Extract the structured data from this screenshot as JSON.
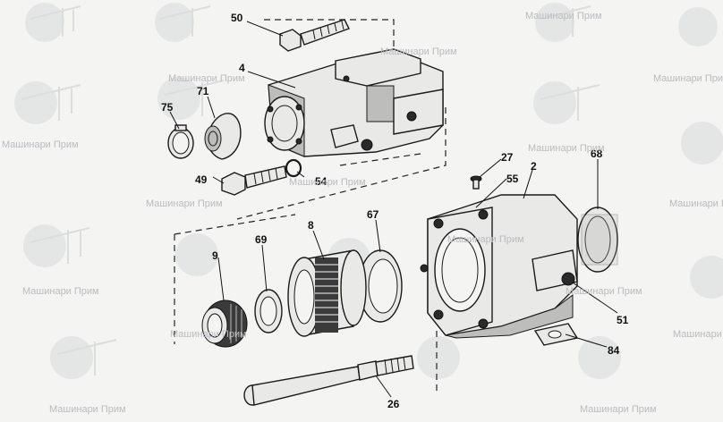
{
  "watermark": {
    "text": "Машинари Прим",
    "color": "#b9bcbf"
  },
  "callouts": {
    "p50": "50",
    "p4": "4",
    "p71": "71",
    "p75": "75",
    "p49": "49",
    "p54": "54",
    "p27": "27",
    "p55": "55",
    "p2": "2",
    "p68": "68",
    "p67": "67",
    "p8": "8",
    "p69": "69",
    "p9": "9",
    "p51": "51",
    "p84": "84",
    "p26": "26"
  }
}
